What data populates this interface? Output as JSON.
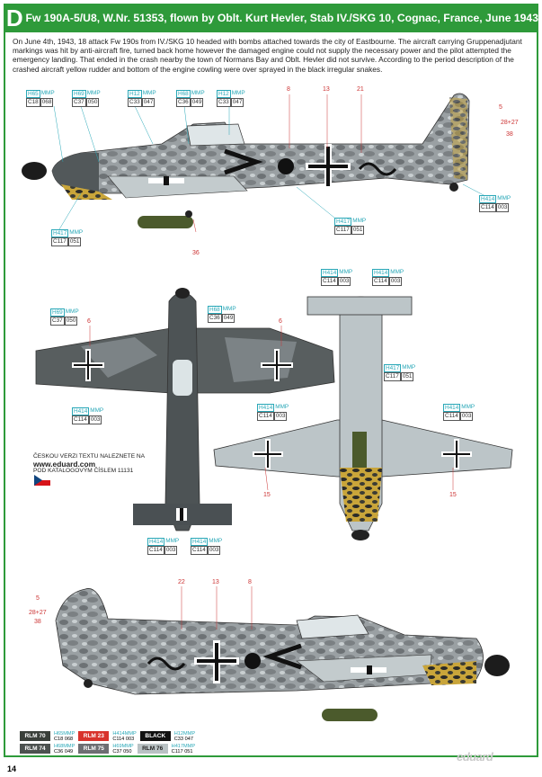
{
  "header": {
    "letter": "D",
    "title": "Fw 190A-5/U8, W.Nr. 51353, flown by Oblt. Kurt Hevler, Stab IV./SKG 10, Cognac, France, June 1943"
  },
  "intro": "On June 4th, 1943, 18 attack Fw 190s from IV./SKG 10 headed with bombs attached towards the city of Eastbourne. The aircraft carrying Gruppenadjutant markings was hit by anti-aircraft fire, turned back home however the damaged engine could not supply the necessary power and the pilot attempted the emergency landing. That ended in the crash nearby the town of Normans Bay and Oblt. Hevler did not survive. According to the period description of the crashed aircraft yellow rudder and bottom of the engine cowling were over sprayed in the black irregular snakes.",
  "callouts": {
    "h65": {
      "a": "H65",
      "m": "MMP",
      "b": "C18",
      "c": "068"
    },
    "h69": {
      "a": "H69",
      "m": "MMP",
      "b": "C37",
      "c": "050"
    },
    "h12": {
      "a": "H12",
      "m": "MMP",
      "b": "C33",
      "c": "047"
    },
    "h68": {
      "a": "H68",
      "m": "MMP",
      "b": "C36",
      "c": "049"
    },
    "h417": {
      "a": "H417",
      "m": "MMP",
      "b": "C117",
      "c": "051"
    },
    "h414": {
      "a": "H414",
      "m": "MMP",
      "b": "C114",
      "c": "003"
    }
  },
  "numbers": {
    "n5": "5",
    "n6": "6",
    "n8": "8",
    "n13": "13",
    "n15": "15",
    "n21": "21",
    "n22": "22",
    "n36": "36",
    "n38": "38",
    "n2827": "28+27"
  },
  "czech": {
    "l1": "ČESKOU VERZI TEXTU NALEZNETE NA",
    "web": "www.eduard.com",
    "l2": "POD KATALOGOVÝM ČÍSLEM 11131"
  },
  "legend": [
    {
      "name": "RLM 70",
      "color": "#3a3f3a",
      "a": "H65",
      "am": "MMP",
      "b": "C18",
      "bm": "068"
    },
    {
      "name": "RLM 23",
      "color": "#d8332c",
      "a": "H414",
      "am": "MMP",
      "b": "C114",
      "bm": "003"
    },
    {
      "name": "BLACK",
      "color": "#111111",
      "a": "H12",
      "am": "MMP",
      "b": "C33",
      "bm": "047"
    },
    {
      "name": "RLM 74",
      "color": "#4c514f",
      "a": "H68",
      "am": "MMP",
      "b": "C36",
      "bm": "049"
    },
    {
      "name": "RLM 75",
      "color": "#6d6e72",
      "a": "H69",
      "am": "MMP",
      "b": "C37",
      "bm": "050"
    },
    {
      "name": "RLM 76",
      "color": "#b9c2c4",
      "a": "H417",
      "am": "MMP",
      "b": "C117",
      "bm": "051"
    }
  ],
  "page_number": "14",
  "brand": "eduard"
}
